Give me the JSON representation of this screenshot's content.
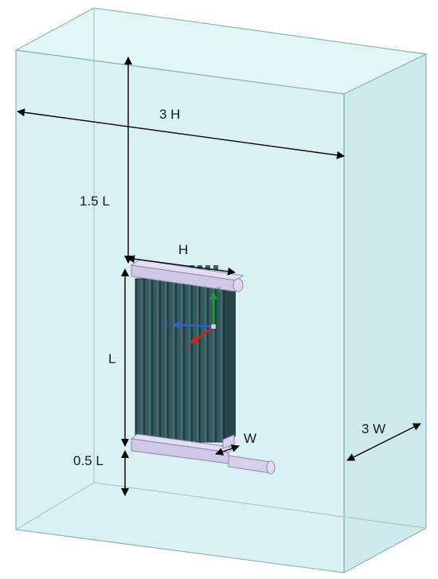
{
  "dimensions": {
    "width_3h": "3 H",
    "height_1_5l": "1.5 L",
    "header_h": "H",
    "length_l": "L",
    "offset_0_5l": "0.5 L",
    "depth_w": "W",
    "depth_3w": "3 W"
  },
  "axis_triad": {
    "y": "Y",
    "z": "Z",
    "x": "X"
  },
  "colors": {
    "domain_fill": "#d9f1f1",
    "domain_edge": "#8ab4b8",
    "header_fill": "#cfc8e6",
    "tube_fill": "#2f5559",
    "axis_y": "#1aa01a",
    "axis_z": "#2a5fd6",
    "axis_x": "#d42020"
  }
}
